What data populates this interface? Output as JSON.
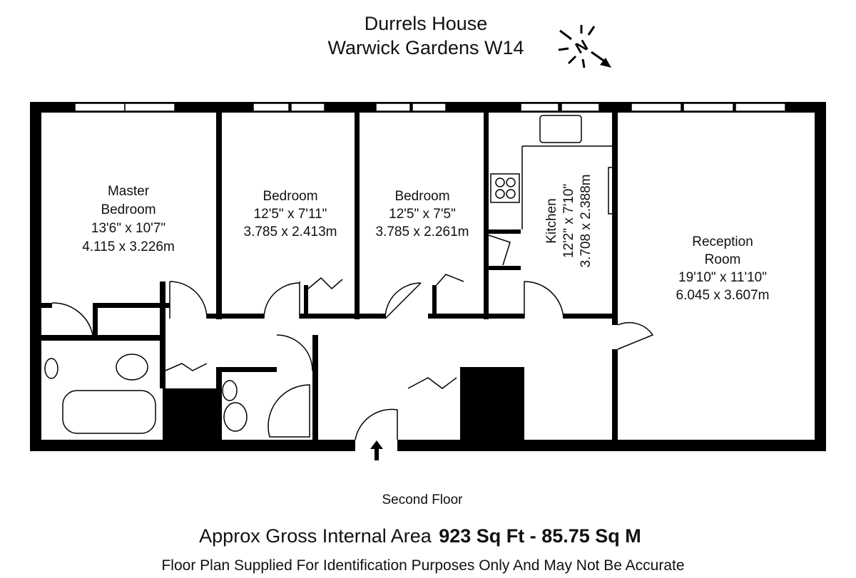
{
  "header": {
    "title_line1": "Durrels House",
    "title_line2": "Warwick Gardens W14"
  },
  "compass": {
    "icon": "north-arrow-icon",
    "letter": "N"
  },
  "rooms": [
    {
      "name_lines": [
        "Master",
        "Bedroom"
      ],
      "imperial": "13'6\" x 10'7\"",
      "metric": "4.115 x 3.226m"
    },
    {
      "name_lines": [
        "Bedroom"
      ],
      "imperial": "12'5\" x 7'11\"",
      "metric": "3.785 x 2.413m"
    },
    {
      "name_lines": [
        "Bedroom"
      ],
      "imperial": "12'5\" x 7'5\"",
      "metric": "3.785 x 2.261m"
    },
    {
      "name_lines": [
        "Kitchen"
      ],
      "imperial": "12'2\" x 7'10\"",
      "metric": "3.708 x 2.388m"
    },
    {
      "name_lines": [
        "Reception",
        "Room"
      ],
      "imperial": "19'10\" x 11'10\"",
      "metric": "6.045 x 3.607m"
    }
  ],
  "footer": {
    "floor": "Second Floor",
    "area_label": "Approx Gross Internal Area",
    "area_value": "923 Sq Ft  -  85.75 Sq M",
    "disclaimer": "Floor Plan Supplied For Identification Purposes Only And May Not Be Accurate"
  }
}
